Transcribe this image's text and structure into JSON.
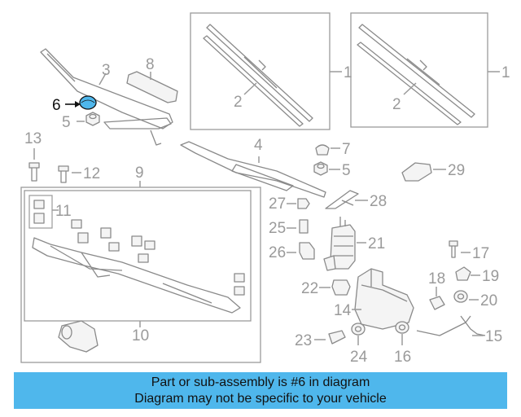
{
  "diagram": {
    "highlight_color": "#4fb7ec",
    "callouts": {
      "c1a": "1",
      "c1b": "1",
      "c2a": "2",
      "c2b": "2",
      "c3": "3",
      "c4": "4",
      "c5a": "5",
      "c5b": "5",
      "c6": "6",
      "c7": "7",
      "c8": "8",
      "c9": "9",
      "c10": "10",
      "c11": "11",
      "c12": "12",
      "c13": "13",
      "c14": "14",
      "c15": "15",
      "c16": "16",
      "c17": "17",
      "c18": "18",
      "c19": "19",
      "c20": "20",
      "c21": "21",
      "c22": "22",
      "c23": "23",
      "c24": "24",
      "c25": "25",
      "c26": "26",
      "c27": "27",
      "c28": "28",
      "c29": "29"
    }
  },
  "banner": {
    "color": "#4fb7ec",
    "line1": "Part or sub-assembly is #6 in diagram",
    "line2": "Diagram may not be specific to your vehicle"
  }
}
